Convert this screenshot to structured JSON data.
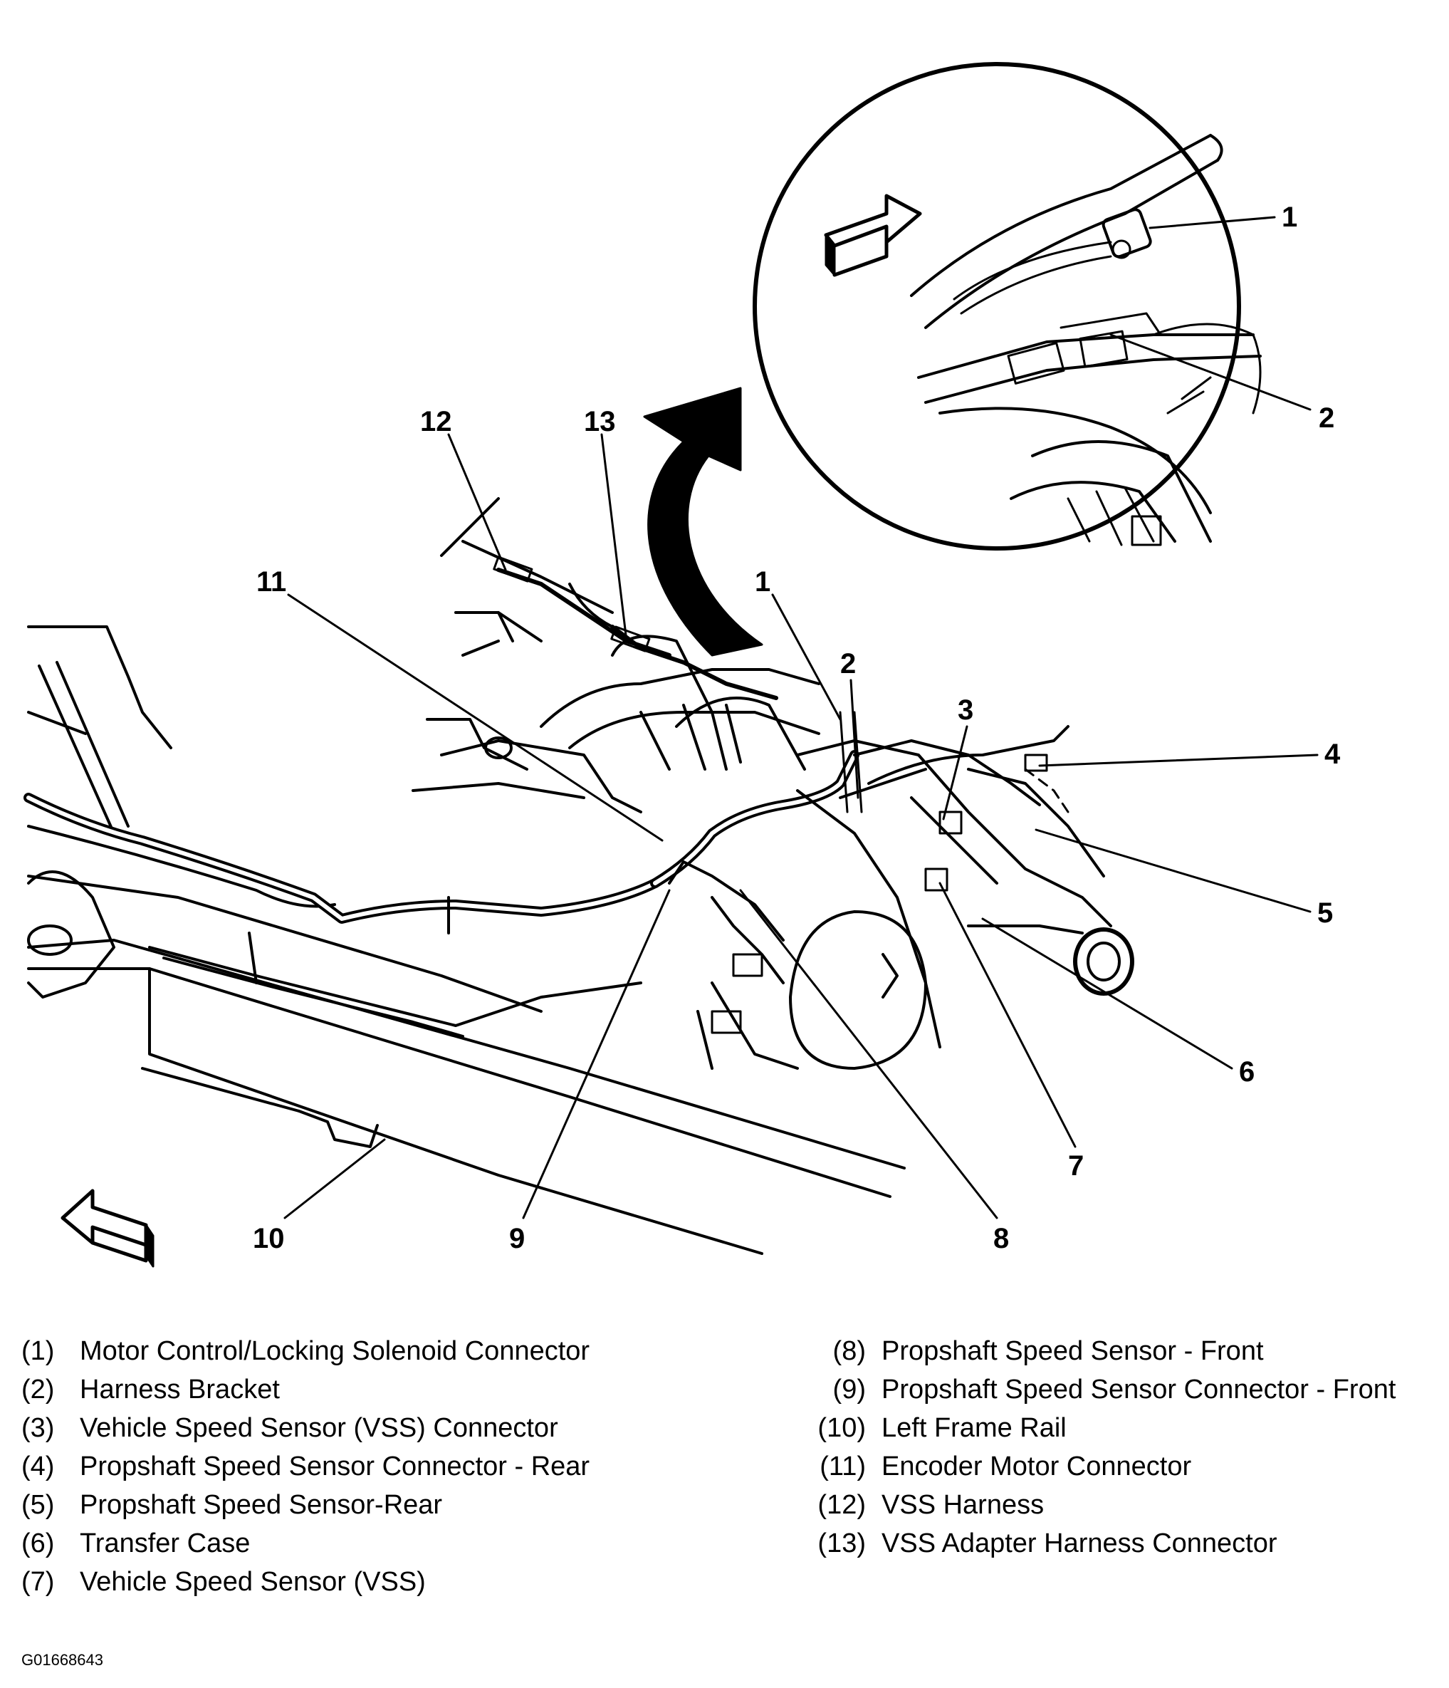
{
  "callouts": [
    "1",
    "2",
    "3",
    "4",
    "5",
    "6",
    "7",
    "8",
    "9",
    "10",
    "11",
    "12",
    "13"
  ],
  "inset_callouts": [
    "1",
    "2"
  ],
  "legend": {
    "left": [
      {
        "num": "(1)",
        "label": "Motor Control/Locking Solenoid Connector"
      },
      {
        "num": "(2)",
        "label": "Harness Bracket"
      },
      {
        "num": "(3)",
        "label": "Vehicle Speed Sensor (VSS) Connector"
      },
      {
        "num": "(4)",
        "label": "Propshaft Speed Sensor Connector - Rear"
      },
      {
        "num": "(5)",
        "label": "Propshaft Speed Sensor-Rear"
      },
      {
        "num": "(6)",
        "label": "Transfer Case"
      },
      {
        "num": "(7)",
        "label": "Vehicle Speed Sensor (VSS)"
      }
    ],
    "right": [
      {
        "num": "(8)",
        "label": "Propshaft Speed Sensor - Front"
      },
      {
        "num": "(9)",
        "label": "Propshaft Speed Sensor Connector - Front"
      },
      {
        "num": "(10)",
        "label": "Left Frame Rail"
      },
      {
        "num": "(11)",
        "label": "Encoder Motor Connector"
      },
      {
        "num": "(12)",
        "label": "VSS Harness"
      },
      {
        "num": "(13)",
        "label": "VSS Adapter Harness Connector"
      }
    ]
  },
  "figure_id": "G01668643"
}
